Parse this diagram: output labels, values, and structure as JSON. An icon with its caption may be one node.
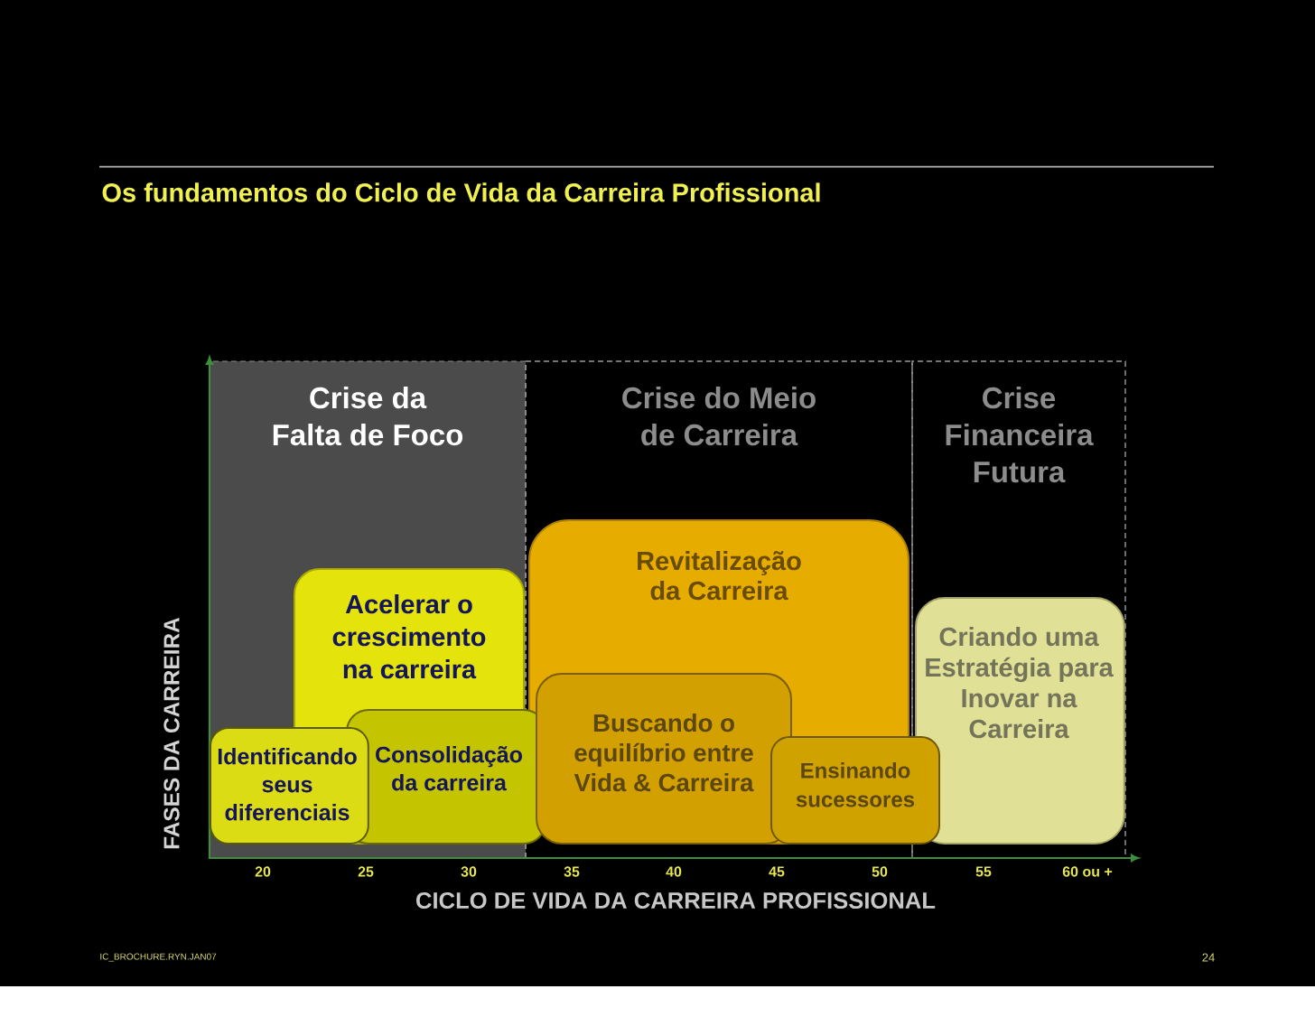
{
  "diagram": {
    "title": "Os fundamentos do Ciclo de Vida da Carreira Profissional",
    "nodes": [
      {
        "text": [
          "Crise da Falta de Foco"
        ]
      },
      {
        "text": [
          "Crise do Meio de Carreira"
        ]
      },
      {
        "text": [
          "Crise Financeira Futura"
        ]
      },
      {
        "text": [
          "Acelerar o crescimento na carreira"
        ],
        "in": 0
      },
      {
        "text": [
          "Identificando seus diferenciais"
        ],
        "in": 0
      },
      {
        "text": [
          "Consolidação da carreira"
        ]
      },
      {
        "text": [
          "Revitalização da Carreira"
        ],
        "in": 1
      },
      {
        "text": [
          "Buscando o equilíbrio entre Vida & Carreira"
        ],
        "in": 6
      },
      {
        "text": [
          "Ensinando sucessores"
        ]
      },
      {
        "text": [
          "Criando uma Estratégia para Inovar na Carreira"
        ],
        "in": 2
      }
    ],
    "labels": [
      "FASES DA CARREIRA",
      "20",
      "25",
      "30",
      "35",
      "40",
      "45",
      "50",
      "55",
      "60 ou +",
      "CICLO DE VIDA DA CARREIRA PROFISSIONAL",
      "IC_BROCHURE.RYN.JAN07",
      "24"
    ]
  }
}
